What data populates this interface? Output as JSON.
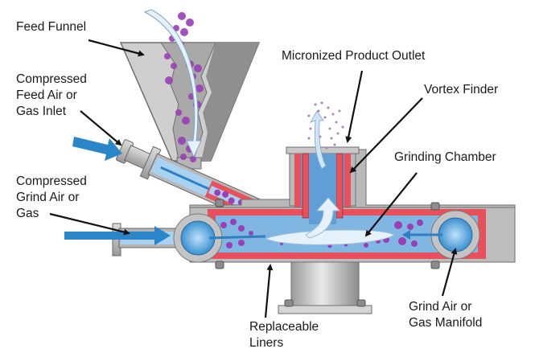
{
  "diagram": {
    "subject": "Jet mill (micronizer) cross-section",
    "labels": {
      "feed_funnel": [
        "Feed Funnel"
      ],
      "feed_air_inlet": [
        "Compressed",
        "Feed Air or",
        "Gas Inlet"
      ],
      "grind_air": [
        "Compressed",
        "Grind Air or",
        "Gas"
      ],
      "product_outlet": [
        "Micronized Product Outlet"
      ],
      "vortex_finder": [
        "Vortex Finder"
      ],
      "grinding_chamber": [
        "Grinding Chamber"
      ],
      "liners": [
        "Replaceable",
        "Liners"
      ],
      "manifold": [
        "Grind Air or",
        "Gas Manifold"
      ]
    },
    "colors": {
      "steel": "#c4c4c4",
      "steel_dark": "#8a8a8a",
      "liner_red": "#e8505b",
      "liner_pink": "#f08a94",
      "air_blue": "#2f7fc4",
      "air_light": "#a9d2f0",
      "chamber_blue": "#7fb6e2",
      "particle_purple": "#9a3fb5",
      "arrow_white": "#e6f2fb",
      "text": "#1a1a1a"
    }
  }
}
